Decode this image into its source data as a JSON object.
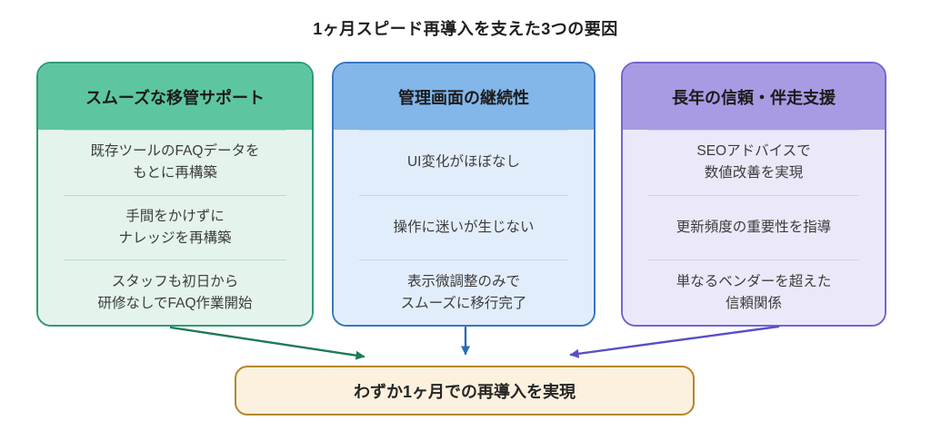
{
  "title": "1ヶ月スピード再導入を支えた3つの要因",
  "cards": [
    {
      "header": "スムーズな移管サポート",
      "items": [
        {
          "lines": [
            "既存ツールのFAQデータを",
            "もとに再構築"
          ]
        },
        {
          "lines": [
            "手間をかけずに",
            "ナレッジを再構築"
          ]
        },
        {
          "lines": [
            "スタッフも初日から",
            "研修なしでFAQ作業開始"
          ]
        }
      ],
      "colors": {
        "header_bg": "#5dc6a0",
        "body_bg": "#e4f4ec",
        "border": "#2f9b74",
        "divider": "#b4decb",
        "arrow": "#1d7a56"
      }
    },
    {
      "header": "管理画面の継続性",
      "items": [
        {
          "lines": [
            "UI変化がほぼなし"
          ]
        },
        {
          "lines": [
            "操作に迷いが生じない"
          ]
        },
        {
          "lines": [
            "表示微調整のみで",
            "スムーズに移行完了"
          ]
        }
      ],
      "colors": {
        "header_bg": "#83b6e9",
        "body_bg": "#e2edfb",
        "border": "#3a76c4",
        "divider": "#bdd6f0",
        "arrow": "#2a6cb3"
      }
    },
    {
      "header": "長年の信頼・伴走支援",
      "items": [
        {
          "lines": [
            "SEOアドバイスで",
            "数値改善を実現"
          ]
        },
        {
          "lines": [
            "更新頻度の重要性を指導"
          ]
        },
        {
          "lines": [
            "単なるベンダーを超えた",
            "信頼関係"
          ]
        }
      ],
      "colors": {
        "header_bg": "#a99ae3",
        "body_bg": "#ebe9f9",
        "border": "#7365d2",
        "divider": "#d3cfee",
        "arrow": "#584fc6"
      }
    }
  ],
  "result_box": {
    "label": "わずか1ヶ月での再導入を実現",
    "colors": {
      "bg": "#fbf1de",
      "border": "#b5872b",
      "text": "#262626"
    }
  }
}
